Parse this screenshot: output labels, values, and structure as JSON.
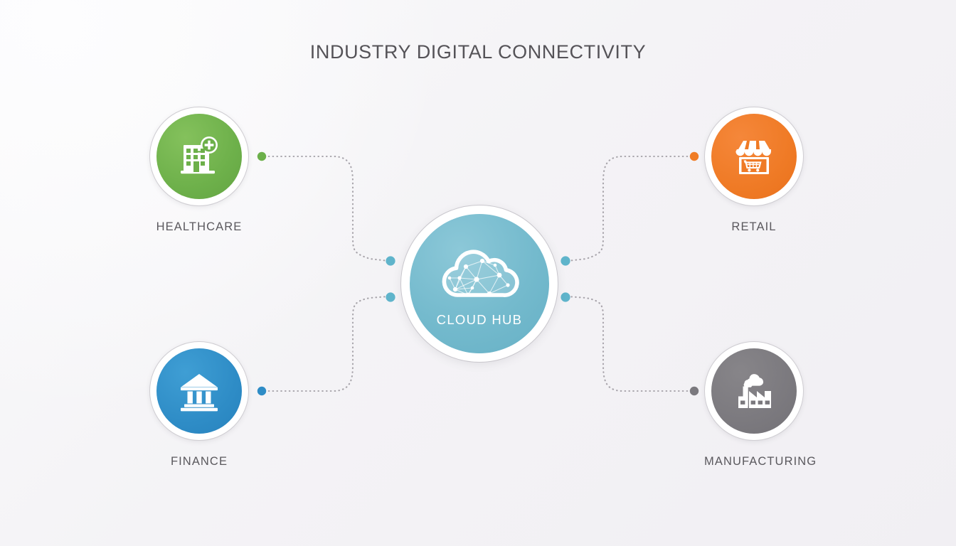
{
  "title": "INDUSTRY DIGITAL CONNECTIVITY",
  "hub": {
    "label": "CLOUD HUB",
    "icon": "cloud-network-icon",
    "color": "#74bacd",
    "dot_color": "#5fb4cb"
  },
  "background": {
    "from": "#fafafb",
    "to": "#f1eff3"
  },
  "connector": {
    "style": "dotted",
    "color": "#9a979e"
  },
  "nodes": [
    {
      "id": "healthcare",
      "label": "HEALTHCARE",
      "icon": "hospital-icon",
      "color": "#6db04a",
      "dot_color": "#6cb04a",
      "position": "top-left"
    },
    {
      "id": "retail",
      "label": "RETAIL",
      "icon": "storefront-cart-icon",
      "color": "#ef7a25",
      "dot_color": "#f07c25",
      "position": "top-right"
    },
    {
      "id": "finance",
      "label": "FINANCE",
      "icon": "bank-icon",
      "color": "#2e8cc6",
      "dot_color": "#2e8cc6",
      "position": "bottom-left"
    },
    {
      "id": "manufacturing",
      "label": "MANUFACTURING",
      "icon": "factory-icon",
      "color": "#7b797e",
      "dot_color": "#7b797e",
      "position": "bottom-right"
    }
  ]
}
